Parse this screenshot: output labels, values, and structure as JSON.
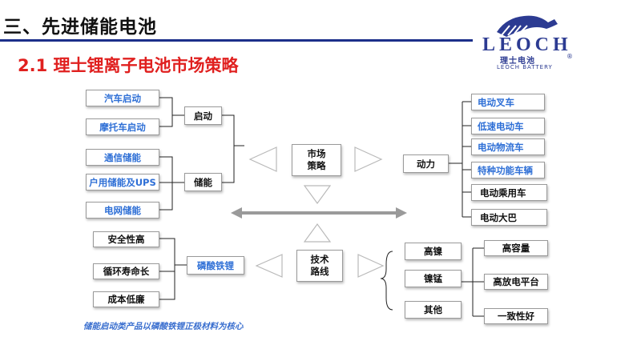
{
  "header": {
    "section_title": "三、先进储能电池",
    "subtitle": "2.1 理士锂离子电池市场策略"
  },
  "logo": {
    "wordmark": "LEOCH",
    "cn_text": "理士电池",
    "en_text": "LEOCH BATTERY",
    "reg_mark": "®"
  },
  "market_strategy": {
    "label": "市场\n策略",
    "starting": {
      "label": "启动",
      "items": [
        "汽车启动",
        "摩托车启动"
      ]
    },
    "storage": {
      "label": "储能",
      "items": [
        "通信储能",
        "户用储能及UPS",
        "电网储能"
      ]
    },
    "power": {
      "label": "动力",
      "items_blue": [
        "电动叉车",
        "低速电动车",
        "电动物流车",
        "特种功能车辆"
      ],
      "items_black": [
        "电动乘用车",
        "电动大巴"
      ]
    }
  },
  "tech_route": {
    "label": "技术\n路线",
    "lfp": {
      "label": "磷酸铁锂",
      "features": [
        "安全性高",
        "循环寿命长",
        "成本低廉"
      ]
    },
    "chemistries": [
      "高镍",
      "镍锰",
      "其他"
    ],
    "properties": [
      "高容量",
      "高放电平台",
      "一致性好"
    ]
  },
  "footnote": "储能启动类产品以磷酸铁锂正极材料为核心",
  "colors": {
    "title_red": "#e0201f",
    "header_blue": "#1b2f8a",
    "blue_text": "#2e6fd6"
  }
}
